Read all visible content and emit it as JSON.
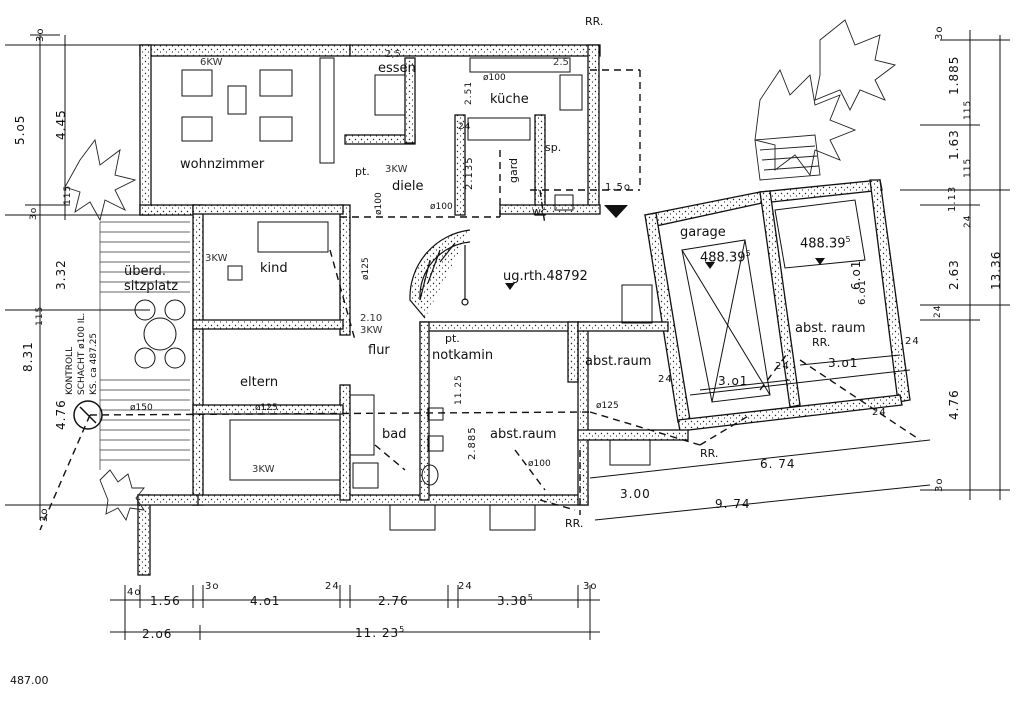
{
  "rooms": {
    "wohnzimmer": "wohnzimmer",
    "essen": "essen",
    "kueche": "küche",
    "diele": "diele",
    "gard": "gard",
    "wc": "wc",
    "sp": "sp.",
    "kind": "kind",
    "ueberd": "überd.",
    "sitzplatz": "sitzplatz",
    "flur": "flur",
    "eltern": "eltern",
    "bad": "bad",
    "notkamin_pt": "pt.",
    "notkamin": "notkamin",
    "abst_raum_a": "abst.raum",
    "abst_raum_b": "abst.raum",
    "abst_raum_c": "abst. raum",
    "garage": "garage",
    "pt_diele": "pt.",
    "rr_a": "RR.",
    "rr_b": "RR.",
    "rr_c": "RR.",
    "rr_d": "RR."
  },
  "levels": {
    "ug_rth": "ug.rth.48792",
    "garage_level": "488.39",
    "garage_level_sup": "5",
    "abst_level": "488.39",
    "abst_level_sup": "5",
    "base_level": "487.00"
  },
  "kontroll": {
    "line1": "KONTROLL",
    "line2": "SCHACHT ø100 IL.",
    "line3": "KS. ca 487.25"
  },
  "pipes": {
    "d100_a": "ø100",
    "d100_b": "ø100",
    "d125_a": "ø125",
    "d125_b": "ø125",
    "d125_c": "ø125",
    "d150": "ø150",
    "d100_c": "ø100",
    "d100_d": "ø100"
  },
  "handwritten": {
    "kw6": "6KW",
    "kw3a": "3KW",
    "kw3b": "3KW",
    "kw3c": "3KW",
    "kw25": "2,5",
    "kw25b": "2.5",
    "kw3d": "2.10",
    "kw3e": "3KW"
  },
  "dims_bottom": {
    "d40": "4o",
    "d156": "1.56",
    "d30a": "3o",
    "d401": "4.o1",
    "d24a": "24",
    "d276": "2.76",
    "d24b": "24",
    "d338": "3.38",
    "d338sup": "5",
    "d30b": "3o",
    "d206": "2.o6",
    "d11235": "11. 23",
    "d11235sup": "5"
  },
  "dims_left": {
    "d30": "3o",
    "d505": "5.o5",
    "d445": "4.45",
    "d115a": "115",
    "d30b": "3o",
    "d332": "3.32",
    "d115b": "115",
    "d831": "8.31",
    "d476": "4.76",
    "d30c": "3o"
  },
  "dims_right": {
    "d30": "3o",
    "d1885": "1.885",
    "d115": "115",
    "d163": "1.63",
    "d115b": "115",
    "d113": "1.13",
    "d24": "24",
    "d263": "2.63",
    "d1336": "13.36",
    "d24b": "24",
    "d476": "4.76",
    "d30b": "3o"
  },
  "dims_garage": {
    "d601a": "6.o1",
    "d601b": "6.o1",
    "d301a": "3.o1",
    "d301b": "3.o1",
    "d24a": "24",
    "d24b": "24",
    "d24c": "24",
    "d24d": "24",
    "d674": "6. 74",
    "d300": "3.00",
    "d974": "9. 74"
  },
  "dims_interior": {
    "d251": "2.51",
    "d2135": "2.135",
    "d150": "1.5o",
    "d2885": "2.885",
    "d1125": "11.25",
    "d24k": "24"
  }
}
